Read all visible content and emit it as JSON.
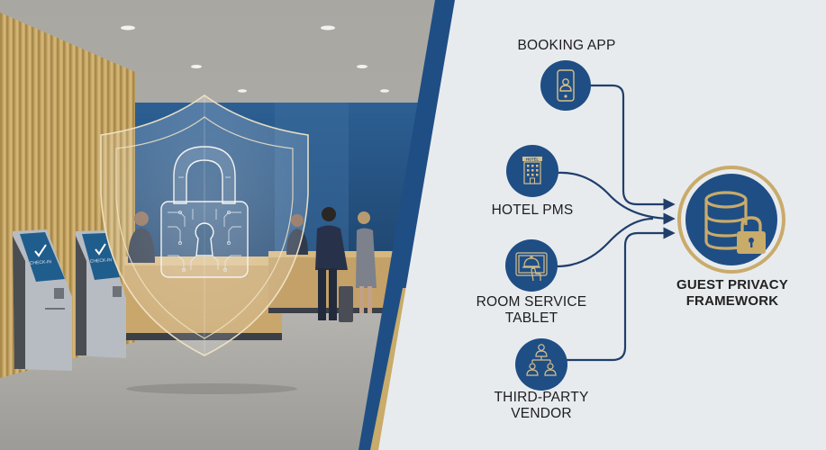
{
  "colors": {
    "navy": "#1f4e85",
    "gold": "#c9ab6a",
    "panel": "#e8ebee",
    "line": "#1f3f6b",
    "icon_stroke": "#d8c08a"
  },
  "scene": {
    "description": "Hotel lobby with check-in kiosks, reception desk, staff and guests, overlaid by a translucent shield with a circuit padlock",
    "kiosk_screen_text": "CHECK-IN",
    "overlay_icon": "shield-padlock-icon"
  },
  "diagram": {
    "sources": [
      {
        "id": "booking-app",
        "label_lines": [
          "BOOKING APP"
        ],
        "icon": "smartphone-user-icon"
      },
      {
        "id": "hotel-pms",
        "label_lines": [
          "HOTEL PMS"
        ],
        "icon": "hotel-building-icon",
        "icon_text": "HOTEL"
      },
      {
        "id": "room-service-tablet",
        "label_lines": [
          "ROOM SERVICE",
          "TABLET"
        ],
        "icon": "tablet-cloche-tap-icon"
      },
      {
        "id": "third-party-vendor",
        "label_lines": [
          "THIRD-PARTY",
          "VENDOR"
        ],
        "icon": "org-chart-people-icon"
      }
    ],
    "target": {
      "id": "guest-privacy-framework",
      "label_lines": [
        "GUEST PRIVACY",
        "FRAMEWORK"
      ],
      "icon": "database-lock-icon"
    },
    "edges": [
      {
        "from": "booking-app",
        "to": "guest-privacy-framework"
      },
      {
        "from": "hotel-pms",
        "to": "guest-privacy-framework"
      },
      {
        "from": "room-service-tablet",
        "to": "guest-privacy-framework"
      },
      {
        "from": "third-party-vendor",
        "to": "guest-privacy-framework"
      }
    ]
  }
}
